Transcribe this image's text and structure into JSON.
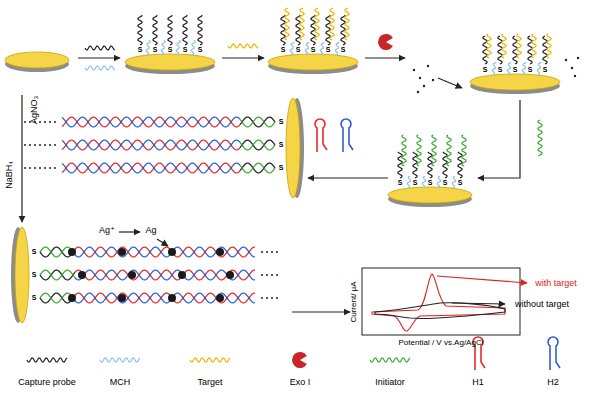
{
  "diagram": {
    "labels": [
      "AgNO₃",
      "NaBH₄",
      "Ag⁺",
      "Ag",
      "with target",
      "without target",
      "Current/ μA",
      "Potential / V vs.Ag/AgCl",
      "S",
      "S",
      "S",
      "S",
      "S",
      "S",
      "S",
      "S",
      "S",
      "S",
      "S",
      "S",
      "S",
      "S",
      "S",
      "S",
      "S",
      "S",
      "S",
      "S",
      "S",
      "S",
      "S",
      "S",
      "S",
      "S"
    ],
    "legend": [
      {
        "text": "Capture probe"
      },
      {
        "text": "MCH"
      },
      {
        "text": "Target"
      },
      {
        "text": "Exo I"
      },
      {
        "text": "Initiator"
      },
      {
        "text": "H1"
      },
      {
        "text": "H2"
      }
    ]
  }
}
